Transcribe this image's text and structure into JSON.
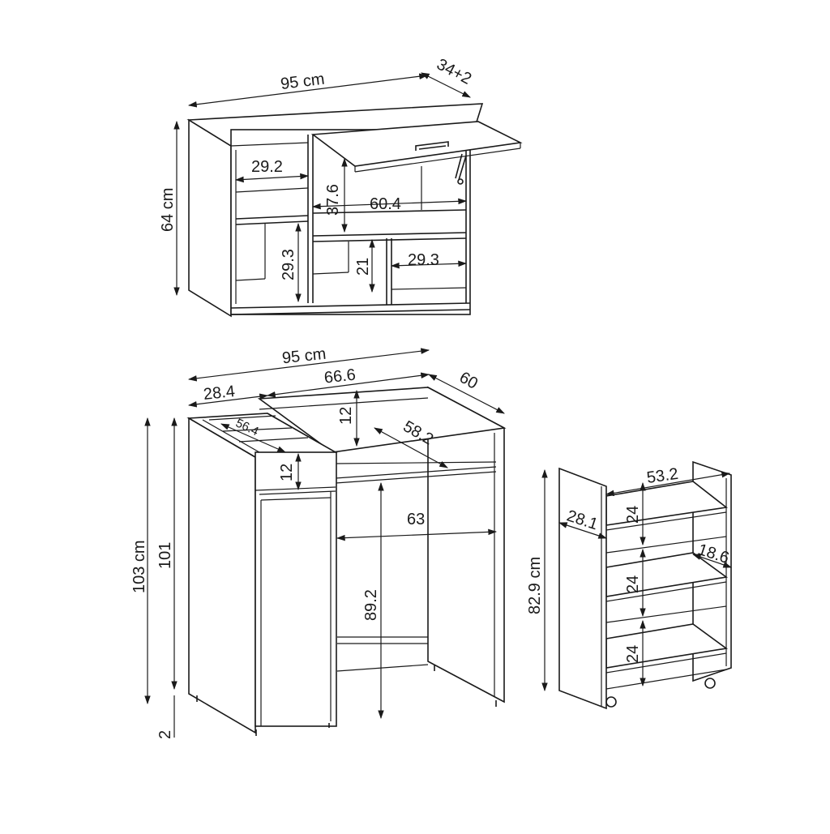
{
  "wall_cabinet": {
    "width": "95 cm",
    "depth": "34+2",
    "height": "64 cm",
    "dims": {
      "left_shelf_width": "29.2",
      "flap_height": "37.6",
      "inner_width": "60.4",
      "left_lower_height": "29.3",
      "center_lower_height": "21",
      "right_lower_width": "29.3"
    }
  },
  "desk": {
    "width": "95 cm",
    "left_width": "28.4",
    "top_width": "66.6",
    "depth": "60",
    "drawer_depth": "56.4",
    "back_rail": "12",
    "top_inner_depth": "58.2",
    "drawer_height": "12",
    "leg_gap": "63",
    "knee_height": "89.2",
    "total_height": "103 cm",
    "body_height": "101",
    "foot_height": "2"
  },
  "cart": {
    "width": "53.2",
    "depth": "28.1",
    "height": "82.9 cm",
    "inner_depth": "18.6",
    "shelf_height_1": "24",
    "shelf_height_2": "24",
    "shelf_height_3": "24"
  }
}
